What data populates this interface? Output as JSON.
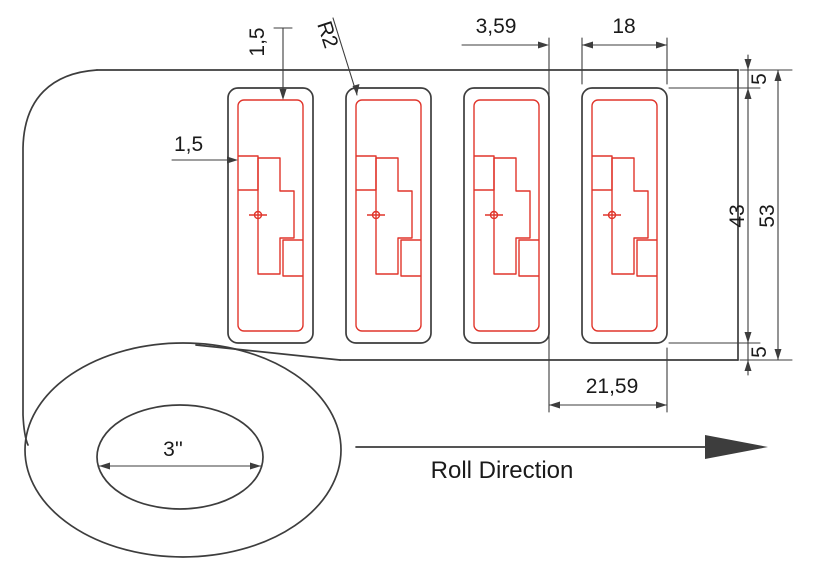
{
  "diagram": {
    "type": "technical-drawing",
    "subject": "RFID label roll with antenna inlays",
    "labels_count": 4,
    "colors": {
      "line": "#3d3d3d",
      "antenna": "#e0352b",
      "text": "#1a1a1a",
      "background": "#ffffff"
    },
    "dimensions": {
      "antenna_top_inset": "1,5",
      "antenna_side_inset": "1,5",
      "corner_radius": "R2",
      "label_gap": "3,59",
      "label_width": "18",
      "top_margin": "5",
      "label_height": "43",
      "web_height": "53",
      "bottom_margin": "5",
      "label_pitch": "21,59",
      "core_diameter": "3''"
    },
    "annotations": {
      "roll_direction": "Roll Direction"
    }
  }
}
